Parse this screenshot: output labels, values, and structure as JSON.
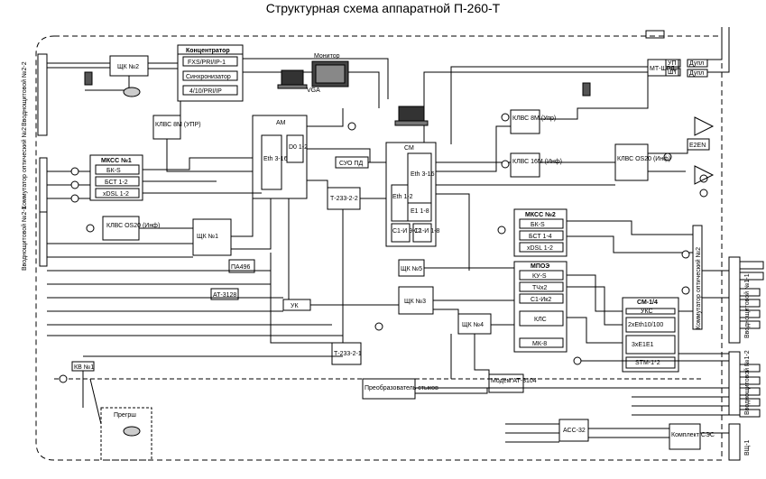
{
  "title": "Структурная схема аппаратной П-260-Т",
  "blocks": {
    "vu2_left": "Вводнощитовой №2-2",
    "vu2_1_left": "Вводнощитовой №2-1",
    "ko2": "Коммутатор оптический №2",
    "vu1_right": "Вводнощитовой №1-1",
    "ko2_right": "Коммутатор оптический №2",
    "vu1_2_right": "Вводнощитовой №1-2",
    "vu1_r3": "ВЩ-1",
    "shk2": "ЩК №2",
    "shk1": "ЩК №1",
    "shk3": "ЩК №3",
    "shk4": "ЩК №4",
    "shk5": "ЩК №5",
    "concentrator": "Концентратор",
    "conc_r1": "FXS/PRI/IP-1",
    "conc_r2": "Синхронизатор",
    "conc_r3": "4/10/PRI/IP",
    "klvs_upr_left": "КЛВС 8М (УПР)",
    "am": "АМ",
    "eth_3_16": "Eth 3-16",
    "d0_1_2": "D0 1-2",
    "cm": "СМ",
    "mkss1": "МКСС №1",
    "bk_s": "БК-S",
    "bst_1_2": "БСТ 1-2",
    "xdsl_1_2": "xDSL 1-2",
    "klvs_os20": "КЛВС OS20 (Инф)",
    "pa496": "ПА496",
    "at3128": "АТ-3128",
    "uk_left": "УК",
    "t233_2_2": "Т-233-2-2",
    "t233_2_1": "Т-233-2-1",
    "suo_pd": "СУО ПД",
    "klvs_8m_upr": "КЛВС 8М (Упр)",
    "klvs_16m_inf": "КЛВС 16М (Инф)",
    "klvs_os20_right": "КЛВС OS20 (Инф)",
    "mkss2": "МКСС №2",
    "bk_s2": "БК-S",
    "bst_1_4": "БСТ 1-4",
    "xdsl_1_2b": "xDSL 1-2",
    "mpoe": "МПОЭ",
    "ku_s": "КУ-S",
    "tch2": "ТЧх2",
    "c1_ik2": "С1-Ик2",
    "kls": "КЛС",
    "mk8": "МК-8",
    "cm14": "СМ-1/4",
    "uks": "УКС",
    "eth_10_100": "2xEth10/100",
    "e1_3": "3xE1E1",
    "stm1": "STM-1*2",
    "mt_shr": "МТ-ШРД",
    "up": "УП",
    "sht": "ШТ",
    "dupl1": "Дупл",
    "dupl2": "Дупл",
    "e2en": "E2EN",
    "modem": "Модем АТ-3104",
    "converter": "Преобразователь стыков",
    "acc32": "АСС-32",
    "complect_ses": "Комплект СЭС",
    "pregr": "Прегрш",
    "kv": "КВ №1",
    "monitor": "Монитор",
    "vga": "VGA",
    "eth1_eth2": "Eth 1-2",
    "e1_1_8": "E1 1-8",
    "c1_i_9_12": "С1-И 9-12",
    "c1_i_1_8": "С1-И 1-8"
  }
}
